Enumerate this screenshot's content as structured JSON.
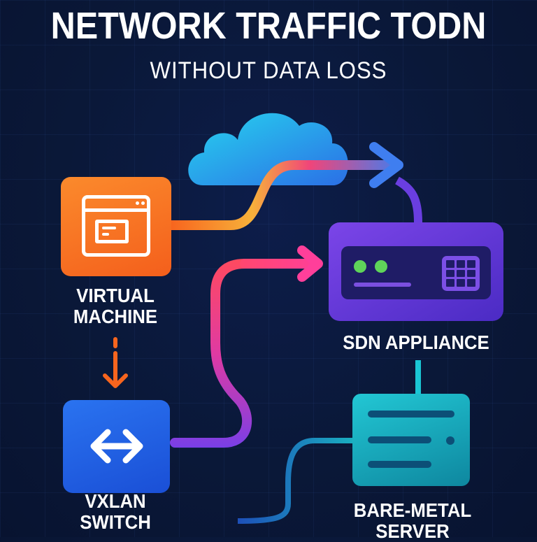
{
  "header": {
    "title": "NETWORK TRAFFIC TODN",
    "subtitle": "WITHOUT DATA LOSS"
  },
  "nodes": {
    "vm": {
      "line1": "VIRTUAL",
      "line2": "MACHINE",
      "color": "#f7712a"
    },
    "vxlan": {
      "line1": "VXLAN",
      "line2": "SWITCH",
      "color": "#2563eb"
    },
    "sdn": {
      "label": "SDN APPLIANCE",
      "color": "#6a3ee0"
    },
    "bare_metal": {
      "line1": "BARE-METAL",
      "line2": "SERVER",
      "color": "#1aaec0"
    }
  },
  "icons": [
    "cloud-icon",
    "browser-window-icon",
    "bidirectional-arrow-icon",
    "appliance-keypad-icon",
    "server-icon"
  ]
}
